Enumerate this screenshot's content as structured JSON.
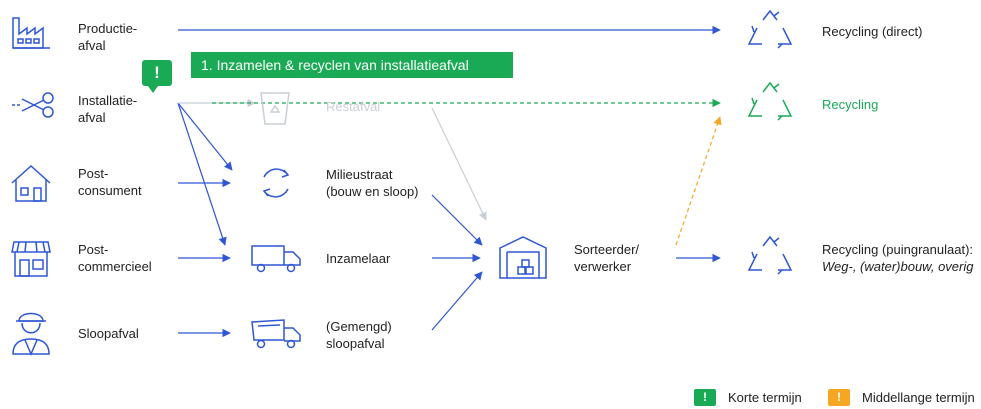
{
  "banner": {
    "text": "1. Inzamelen & recyclen van installatieafval",
    "badge": "!"
  },
  "sources": [
    {
      "id": "productie",
      "line1": "Productie-",
      "line2": "afval",
      "icon": "factory-icon"
    },
    {
      "id": "installatie",
      "line1": "Installatie-",
      "line2": "afval",
      "icon": "scissors-icon"
    },
    {
      "id": "postconsument",
      "line1": "Post-",
      "line2": "consument",
      "icon": "house-icon"
    },
    {
      "id": "postcommercieel",
      "line1": "Post-",
      "line2": "commercieel",
      "icon": "shop-icon"
    },
    {
      "id": "sloop",
      "line1": "Sloopafval",
      "line2": "",
      "icon": "worker-icon"
    }
  ],
  "middle": [
    {
      "id": "restafval",
      "line1": "Restafval",
      "line2": "",
      "icon": "bin-icon"
    },
    {
      "id": "milieustraat",
      "line1": "Milieustraat",
      "line2": "(bouw en sloop)",
      "icon": "cycle-icon"
    },
    {
      "id": "inzamelaar",
      "line1": "Inzamelaar",
      "line2": "",
      "icon": "truck-icon"
    },
    {
      "id": "gemengd",
      "line1": "(Gemengd)",
      "line2": "sloopafval",
      "icon": "dump-truck-icon"
    }
  ],
  "sorter": {
    "line1": "Sorteerder/",
    "line2": "verwerker",
    "icon": "warehouse-icon"
  },
  "outputs": [
    {
      "id": "direct",
      "line1": "Recycling (direct)",
      "line2": ""
    },
    {
      "id": "recycling",
      "line1": "Recycling",
      "line2": ""
    },
    {
      "id": "puin",
      "line1": "Recycling (puingranulaat):",
      "line2": "Weg-, (water)bouw, overig"
    }
  ],
  "legend": {
    "short": {
      "badge": "!",
      "label": "Korte termijn",
      "color": "#1aaa55"
    },
    "medium": {
      "badge": "!",
      "label": "Middellange termijn",
      "color": "#f5a623"
    }
  },
  "colors": {
    "blue": "#2f56d3",
    "green": "#1aaa55",
    "orange": "#f5a623",
    "grey": "#c8cfd6"
  }
}
